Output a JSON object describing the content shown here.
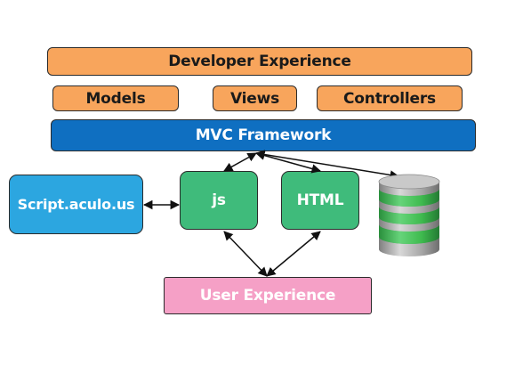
{
  "labels": {
    "developer_experience": "Developer Experience",
    "models": "Models",
    "views": "Views",
    "controllers": "Controllers",
    "mvc_framework": "MVC Framework",
    "script_aculo_us": "Script.aculo.us",
    "js": "js",
    "html": "HTML",
    "user_experience": "User Experience"
  },
  "icons": {
    "database": "database-icon",
    "arrows": "bidirectional-arrow-icon"
  },
  "colors": {
    "orange": "#f8a55c",
    "mvc_blue": "#0f6fc1",
    "script_blue": "#2ca6e0",
    "green": "#3fbb7b",
    "pink": "#f5a0c6",
    "database_green": "#3fbb4f",
    "database_gray": "#9a9a9a"
  }
}
